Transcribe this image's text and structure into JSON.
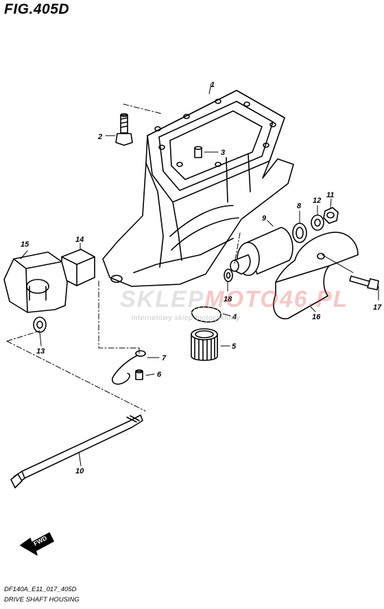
{
  "figure": {
    "title": "FIG.405D",
    "code": "DF140A_E11_017_405D",
    "caption": "DRIVE SHAFT HOUSING",
    "fwd_label": "FWD"
  },
  "watermark": {
    "part_a": "SKLEP",
    "part_b": "MOTO46.PL",
    "subtitle": "internetowy sklep motocyklowy"
  },
  "callouts": {
    "c1": "1",
    "c2": "2",
    "c3": "3",
    "c4": "4",
    "c5": "5",
    "c6": "6",
    "c7": "7",
    "c8": "8",
    "c9": "9",
    "c10": "10",
    "c11": "11",
    "c12": "12",
    "c13": "13",
    "c14": "14",
    "c15": "15",
    "c16": "16",
    "c17": "17",
    "c18": "18"
  }
}
